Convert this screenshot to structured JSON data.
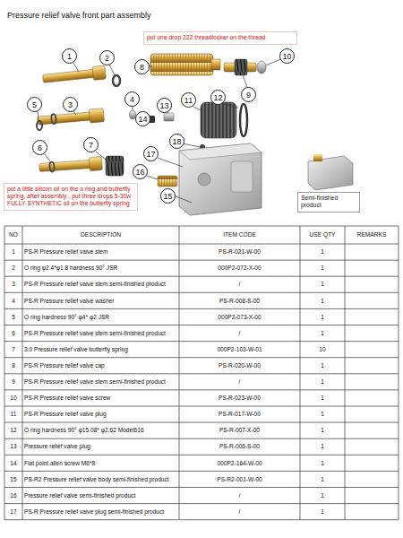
{
  "diagram": {
    "title": "Pressure relief valve front part assembly",
    "nodes": [
      {
        "text": [
          "put one drop 222 threadlocker on the thread"
        ]
      },
      {
        "text": [
          "put a little silicon oil on the o ring and butterfly spring, after assembly , put three drops 5-30w FULLY SYNTHETIC oil on the butterfly spring"
        ]
      },
      {
        "text": [
          "Semi-finished product"
        ]
      }
    ],
    "labels": [
      "1",
      "2",
      "3",
      "4",
      "5",
      "6",
      "7",
      "8",
      "9",
      "10",
      "11",
      "12",
      "13",
      "14",
      "15",
      "16",
      "17",
      "18",
      "NO",
      "DESCRIPTION",
      "ITEM CODE",
      "USE QTY",
      "REMARKS",
      "1",
      "PS-R Pressure relief valve stem",
      "PS-R-021-W-00",
      "1",
      "2",
      "O ring φ2.4*φ1.8 hardness 90° JSR",
      "000P2-072-X-00",
      "1",
      "3",
      "PS-R Pressure relief valve stem semi-finished product",
      "/",
      "1",
      "4",
      "PS-R Pressure relief valve washer",
      "PS-R-008-S-00",
      "1",
      "5",
      "O ring hardness 90° φ4* φ2 JSR",
      "000P2-073-X-00",
      "1",
      "6",
      "PS-R Pressure relief valve stem semi-finished product",
      "/",
      "1",
      "7",
      "3.0 Pressure relief valve butterfly spring",
      "000P2-103-W-01",
      "10",
      "8",
      "PS-R Pressure relief valve cap",
      "PS-R-020-W-00",
      "1",
      "9",
      "PS-R Pressure relief valve stem semi-finished product",
      "/",
      "1",
      "10",
      "PS-R Pressure relief valve screw",
      "PS-R-023-W-00",
      "1",
      "11",
      "PS-R Pressure relief valve plug",
      "PS-R-017-W-00",
      "1",
      "12",
      "O ring hardness 90° φ15.08* φ2.62 Model616",
      "PS-R-007-X-00",
      "1",
      "13",
      "Pressure relief valve plug",
      "PS-R-006-S-00",
      "1",
      "14",
      "Flat point allen screw M6*8",
      "000P2-164-W-00",
      "1",
      "15",
      "PS-R2 Pressure relief valve body semi-finished product",
      "PS-R2-001-W-00",
      "1",
      "16",
      "Pressure relief valve semi-finished product",
      "/",
      "1",
      "17",
      "PS-R Pressure relief valve plug semi-finished product",
      "/",
      "1"
    ]
  }
}
